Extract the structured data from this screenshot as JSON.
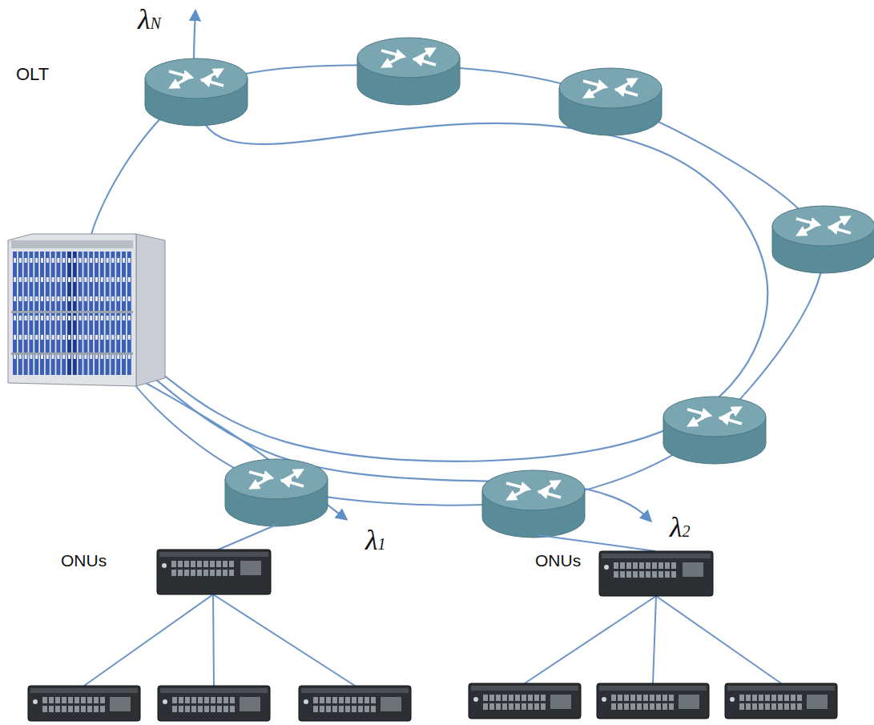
{
  "diagram": {
    "nodes": [
      {
        "text": [
          "OLT"
        ]
      },
      {
        "text": [
          "ONUs"
        ]
      },
      {
        "text": [
          "ONUs"
        ]
      }
    ],
    "labels": [
      "λN",
      "λ1",
      "λ2"
    ]
  }
}
